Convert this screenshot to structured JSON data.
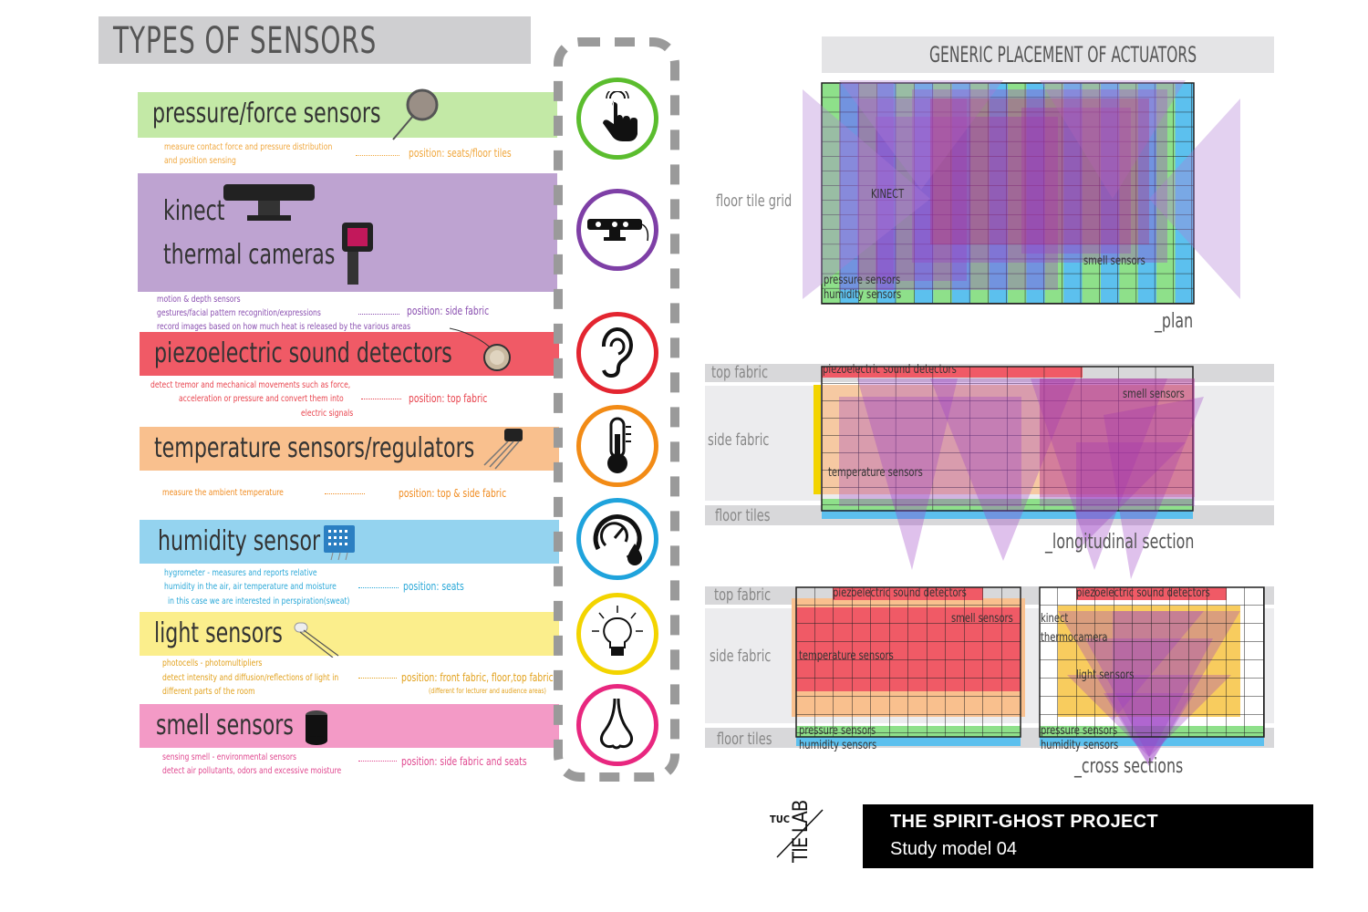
{
  "title": "TYPES OF SENSORS",
  "sensors": [
    {
      "label": "pressure/force sensors",
      "color": "#c3e9a6",
      "text_color": "#f0a73d",
      "desc": [
        "measure contact force and pressure distribution",
        "and position sensing"
      ],
      "position": "position: seats/floor tiles",
      "icon": "pointing-hand-icon",
      "ring": "#5bbd2e"
    },
    {
      "label": "kinect",
      "label2": "thermal cameras",
      "color": "#bea3d1",
      "text_color": "#8a4fb0",
      "desc": [
        "motion & depth sensors",
        "gestures/facial pattern recognition/expressions",
        "record images based on how much heat is released by the various areas"
      ],
      "position": "position: side fabric",
      "icon": "kinect-camera-icon",
      "ring": "#7e3fa6"
    },
    {
      "label": "piezoelectric sound detectors",
      "color": "#f05a66",
      "text_color": "#e8424c",
      "desc": [
        "detect tremor and mechanical movements such as force,",
        "acceleration or pressure and convert them into",
        "electric signals"
      ],
      "position": "position: top fabric",
      "icon": "ear-icon",
      "ring": "#e32530"
    },
    {
      "label": "temperature sensors/regulators",
      "color": "#f9c08e",
      "text_color": "#f08b1f",
      "desc": [
        "measure the ambient temperature"
      ],
      "position": "position: top & side fabric",
      "icon": "thermometer-icon",
      "ring": "#f28b16"
    },
    {
      "label": "humidity sensor",
      "color": "#94d3ef",
      "text_color": "#2aa8d8",
      "desc": [
        "hygrometer - measures and reports relative",
        "humidity in the air, air temperature and moisture",
        "in this case we are interested in perspiration(sweat)"
      ],
      "position": "position: seats",
      "icon": "gauge-drop-icon",
      "ring": "#1fa3dc"
    },
    {
      "label": "light sensors",
      "color": "#fbee8c",
      "text_color": "#e2a11c",
      "desc": [
        "photocells - photomultipliers",
        "detect intensity and diffusion/reflections of light in",
        "different parts of the room"
      ],
      "position": "position: front fabric, floor,top fabric",
      "position_note": "(different for lecturer and audience areas)",
      "icon": "light-bulb-icon",
      "ring": "#f3d400"
    },
    {
      "label": "smell sensors",
      "color": "#f39ac6",
      "text_color": "#e0478f",
      "desc": [
        "sensing smell - environmental sensors",
        "detect air pollutants, odors and excessive moisture"
      ],
      "position": "position: side fabric and seats",
      "icon": "nose-icon",
      "ring": "#e8277f"
    }
  ],
  "placement": {
    "title": "GENERIC PLACEMENT OF ACTUATORS",
    "plan": {
      "side_label": "floor tile grid",
      "kinect": "KINECT",
      "smell": "smell sensors",
      "pressure": "pressure sensors",
      "humidity": "humidity sensors",
      "caption": "_plan"
    },
    "longitudinal": {
      "top": "top fabric",
      "side": "side fabric",
      "floor": "floor tiles",
      "piezo": "piezoelectric sound detectors",
      "smell": "smell sensors",
      "temperature": "temperature sensors",
      "caption": "_longitudinal section"
    },
    "cross": {
      "top": "top fabric",
      "side": "side fabric",
      "floor": "floor tiles",
      "left": {
        "piezo": "piezoelectric sound detectors",
        "smell": "smell sensors",
        "temperature": "temperature sensors",
        "pressure": "pressure sensors",
        "humidity": "humidity sensors"
      },
      "right": {
        "piezo": "piezoelectric sound detectors",
        "kinect": "kinect",
        "thermo": "thermocamera",
        "light": "light sensors",
        "pressure": "pressure sensors",
        "humidity": "humidity sensors"
      },
      "caption": "_cross sections"
    }
  },
  "logo": {
    "org": "TUC",
    "lab": "TIE LAB"
  },
  "project": {
    "title": "THE SPIRIT-GHOST PROJECT",
    "subtitle": "Study model 04"
  }
}
